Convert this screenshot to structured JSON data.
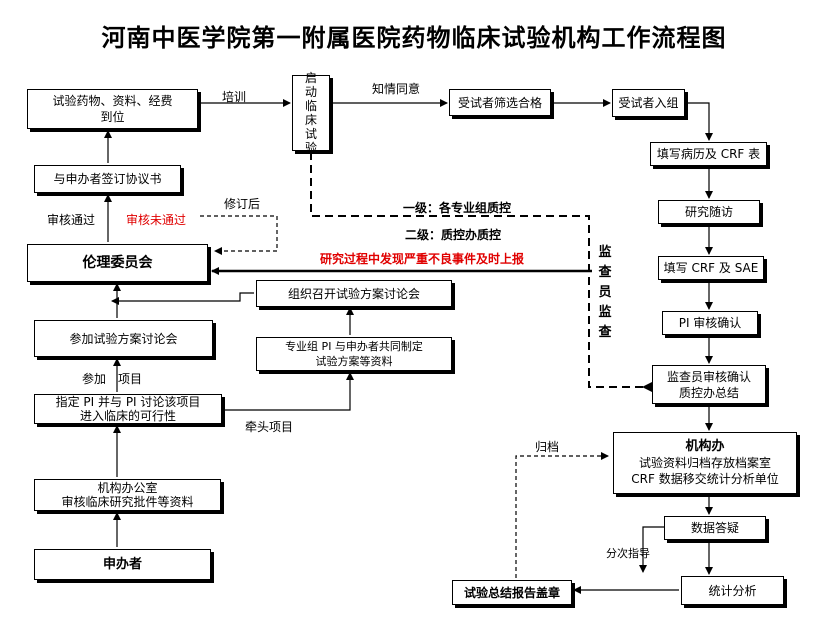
{
  "title": "河南中医学院第一附属医院药物临床试验机构工作流程图",
  "nodes": {
    "drugs_docs": "试验药物、资料、经费到位",
    "sign_agreement": "与申办者签订协议书",
    "ethics": "伦理委员会",
    "join_discussion": "参加试验方案讨论会",
    "designate_pi": "指定 PI 并与 PI 讨论该项目进入临床的可行性",
    "office_review_title": "机构办公室",
    "office_review_body": "审核临床研究批件等资料",
    "sponsor": "申办者",
    "organize_meeting": "组织召开试验方案讨论会",
    "pi_sponsor_design": "专业组 PI 与申办者共同制定试验方案等资料",
    "start_trial": [
      "启",
      "动",
      "临",
      "床",
      "试",
      "验"
    ],
    "screening": "受试者筛选合格",
    "enrollment": "受试者入组",
    "fill_records": "填写病历及 CRF 表",
    "follow_up": "研究随访",
    "fill_crf_sae": "填写 CRF 及 SAE",
    "pi_review": "PI 审核确认",
    "monitor_review": "监查员审核确认质控办总结",
    "institution_title": "机构办",
    "institution_line1": "试验资料归档存放档案室",
    "institution_line2": "CRF 数据移交统计分析单位",
    "data_answer": "数据答疑",
    "stat_analysis": "统计分析",
    "final_report": "试验总结报告盖章"
  },
  "labels": {
    "training": "培训",
    "informed_consent": "知情同意",
    "review_passed": "审核通过",
    "review_failed": "审核未通过",
    "after_revision": "修订后",
    "qc_level1": "一级：各专业组质控",
    "qc_level2": "二级：质控办质控",
    "sae_report": "研究过程中发现严重不良事件及时上报",
    "monitor_vertical": [
      "监",
      "查",
      "员",
      "监",
      "查"
    ],
    "participate": "参加",
    "project": "项目",
    "lead_project": "牵头项目",
    "archive": "归档",
    "batch_guidance": "分次指导"
  },
  "colors": {
    "line": "#000000",
    "alert": "#e00000"
  }
}
